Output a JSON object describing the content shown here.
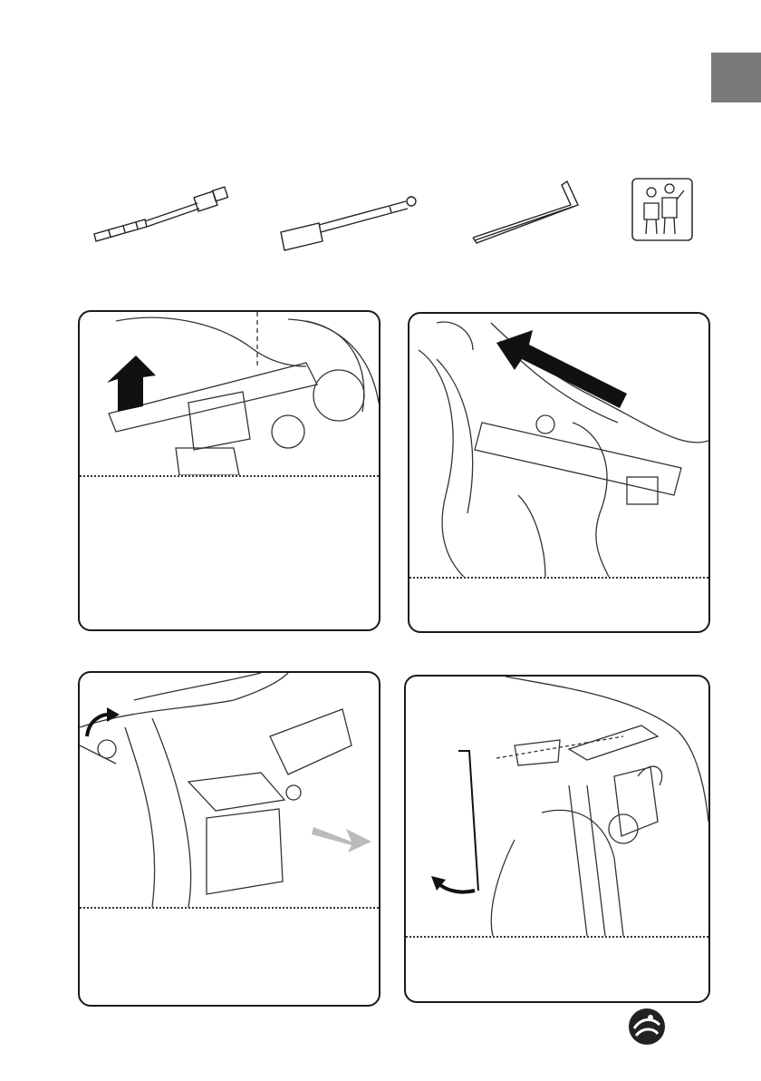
{
  "page": {
    "section_tab_color": "#7a7a7a"
  },
  "tools": [
    {
      "name": "torque-wrench"
    },
    {
      "name": "screwdriver"
    },
    {
      "name": "allen-key"
    },
    {
      "name": "two-person-assembly"
    }
  ],
  "panels": [
    {
      "id": "step-1",
      "arrow": "up-arrow",
      "caption": ""
    },
    {
      "id": "step-2",
      "arrow": "diagonal-arrow",
      "caption": ""
    },
    {
      "id": "step-3",
      "arrow": "rotate-arrow",
      "caption": ""
    },
    {
      "id": "step-4",
      "arrow": "rotate-arrow",
      "caption": ""
    }
  ],
  "footer": {
    "logo": "brand-logo-icon"
  }
}
